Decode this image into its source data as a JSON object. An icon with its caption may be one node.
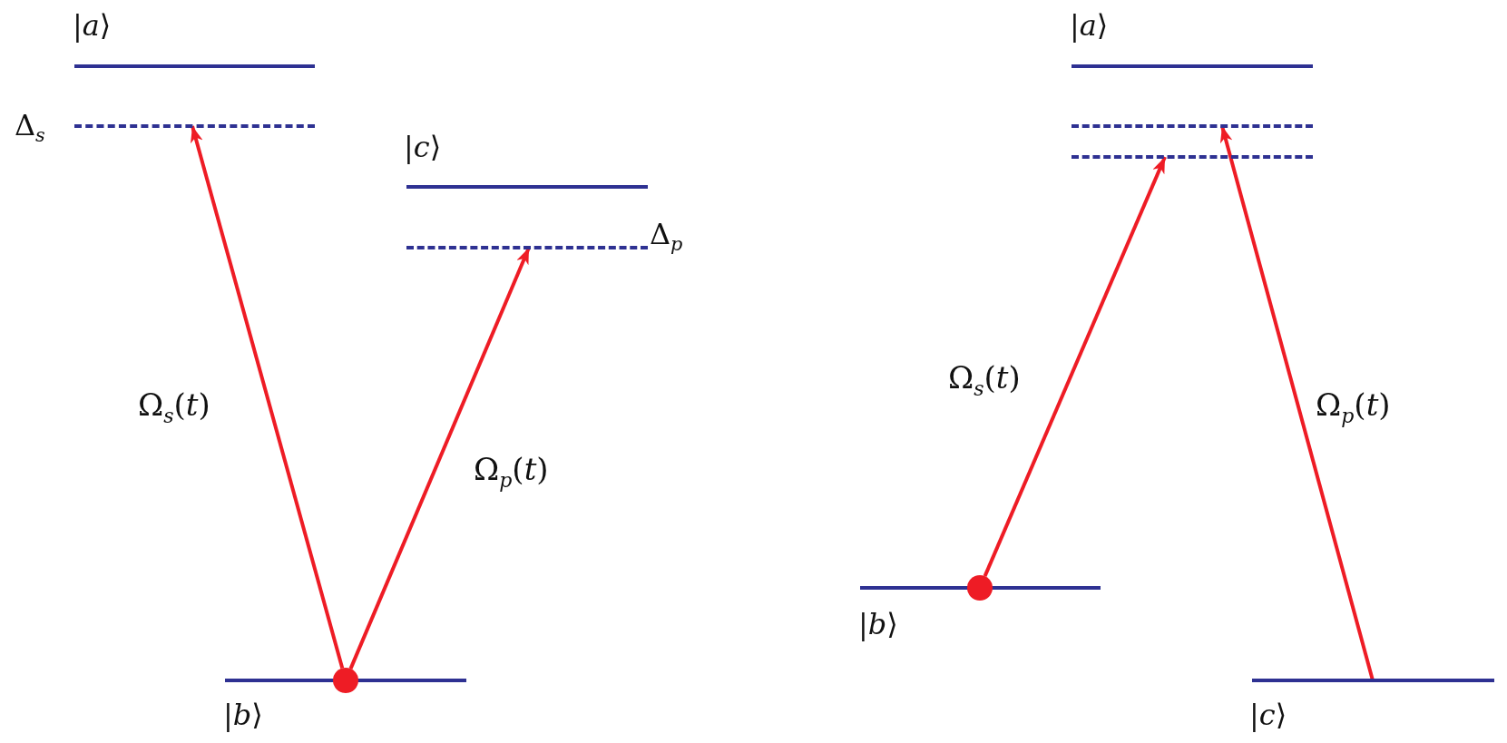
{
  "diagram": {
    "nodes": [
      {
        "text": [
          "|*a*⟩"
        ]
      },
      {
        "text": [
          "Δ$_{s}$"
        ]
      },
      {
        "text": [
          "|*c*⟩"
        ]
      },
      {
        "text": [
          "Δ$_{p}$"
        ]
      },
      {
        "text": [
          "|*b*⟩"
        ]
      },
      {
        "text": [],
        "shape": "circle"
      },
      {
        "text": [
          "|*a*⟩"
        ]
      },
      {
        "text": [],
        "shape": "bar"
      },
      {
        "text": [],
        "shape": "bar"
      },
      {
        "text": [
          "|*b*⟩"
        ]
      },
      {
        "text": [],
        "shape": "circle"
      },
      {
        "text": [
          "|*c*⟩"
        ]
      }
    ],
    "edges": [
      {
        "from": 5,
        "to": 1,
        "arrow": "to",
        "label": "Ω$_{s}$(*t*)"
      },
      {
        "from": 5,
        "to": 3,
        "arrow": "to",
        "label": "Ω$_{p}$(*t*)"
      },
      {
        "from": 10,
        "to": 8,
        "arrow": "to",
        "label": "Ω$_{s}$(*t*)"
      },
      {
        "from": 11,
        "to": 7,
        "arrow": "to",
        "label": "Ω$_{p}$(*t*)"
      }
    ]
  }
}
